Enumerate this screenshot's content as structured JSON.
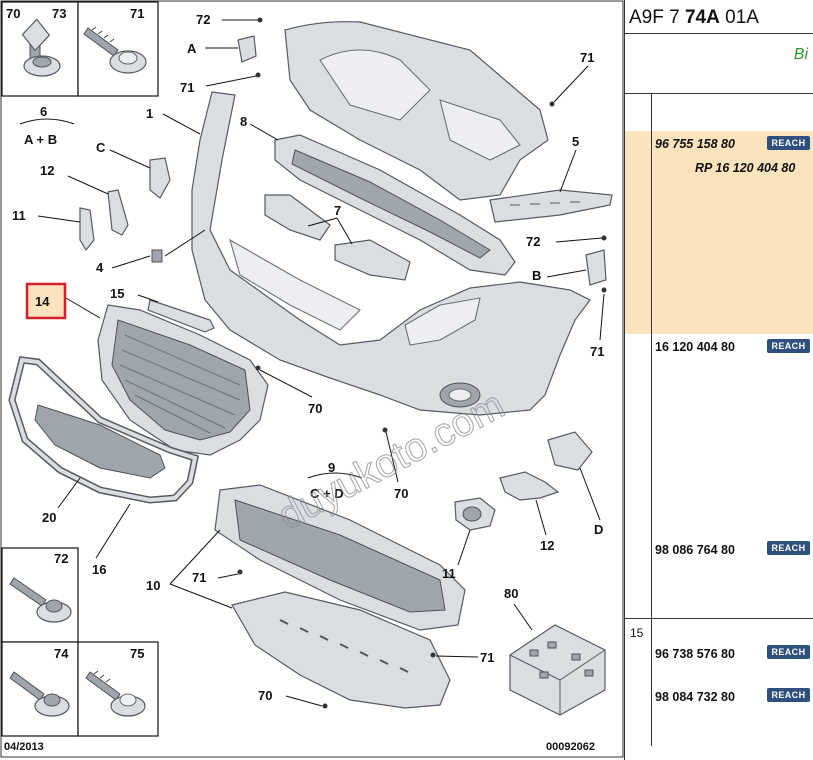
{
  "reference": {
    "prefix": "A9F 7 ",
    "code": "74A",
    "suffix": " 01A"
  },
  "subheader": "Bi",
  "callouts": {
    "c70": "70",
    "c73": "73",
    "c71_top": "71",
    "c6": "6",
    "c6ab": "A + B",
    "c72_top": "72",
    "cA": "A",
    "c71_a": "71",
    "c1": "1",
    "c8": "8",
    "cC": "C",
    "c12_left": "12",
    "c11_left": "11",
    "c4": "4",
    "c7": "7",
    "c71_right": "71",
    "c5": "5",
    "c72_right": "72",
    "cB": "B",
    "c71_b": "71",
    "c14": "14",
    "c15": "15",
    "c70_mid": "70",
    "c9": "9",
    "c9cd": "C + D",
    "c70_low": "70",
    "cD": "D",
    "c12_right": "12",
    "c11_right": "11",
    "c20": "20",
    "c16": "16",
    "c10": "10",
    "c71_mid": "71",
    "c80": "80",
    "c71_bot": "71",
    "c70_bot": "70",
    "c72_bot": "72",
    "c74": "74",
    "c75": "75"
  },
  "watermark": "duyukoto.com",
  "footer": {
    "date": "04/2013",
    "doc_number": "00092062"
  },
  "highlight_color": "#fbe3be",
  "selection_color": "#d0202a",
  "badge_color": "#2f4f7f",
  "parts": [
    {
      "pn": "96 755 158 80",
      "style": "italic",
      "badge": "REACH"
    },
    {
      "pn": "RP 16 120 404 80",
      "style": "italic",
      "badge": ""
    },
    {
      "pn": "16 120 404 80",
      "style": "normal",
      "badge": "REACH"
    },
    {
      "pn": "98 086 764 80",
      "style": "normal",
      "badge": "REACH"
    },
    {
      "pn": "96 738 576 80",
      "style": "normal",
      "badge": "REACH"
    },
    {
      "pn": "98 084 732 80",
      "style": "normal",
      "badge": "REACH"
    }
  ],
  "qty": "15"
}
